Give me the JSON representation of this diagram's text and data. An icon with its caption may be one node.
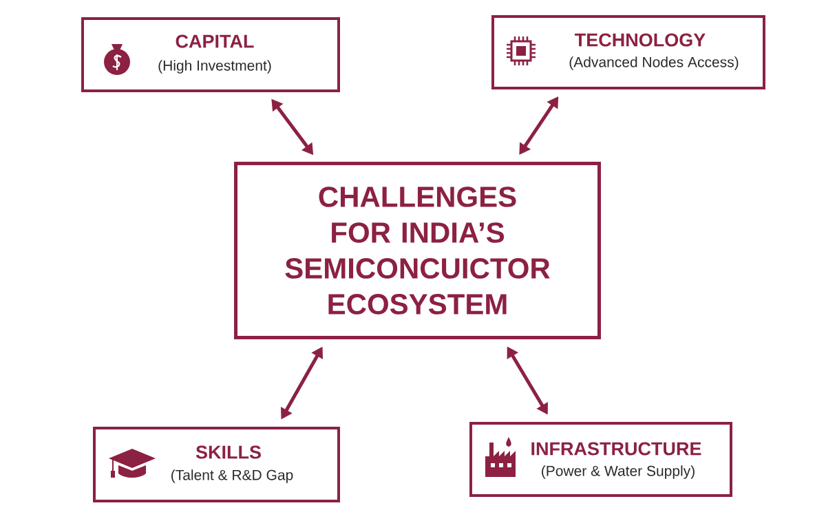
{
  "diagram": {
    "nodes": [
      {
        "text": [
          "CHALLENGES FOR INDIA’S SEMICONCUICTOR ECOSYSTEM"
        ]
      },
      {
        "text": [
          "CAPITAL",
          "(High Investment)"
        ]
      },
      {
        "text": [
          "TECHNOLOGY",
          "(Advanced Nodes Access)"
        ]
      },
      {
        "text": [
          "SKILLS",
          "(Talent & R&D Gap"
        ]
      },
      {
        "text": [
          "INFRASTRUCTURE",
          "(Power & Water Supply)"
        ]
      }
    ],
    "edges": [
      {
        "from": 0,
        "to": 1,
        "arrow": "both"
      },
      {
        "from": 0,
        "to": 2,
        "arrow": "both"
      },
      {
        "from": 0,
        "to": 3,
        "arrow": "both"
      },
      {
        "from": 0,
        "to": 4,
        "arrow": "both"
      }
    ]
  }
}
